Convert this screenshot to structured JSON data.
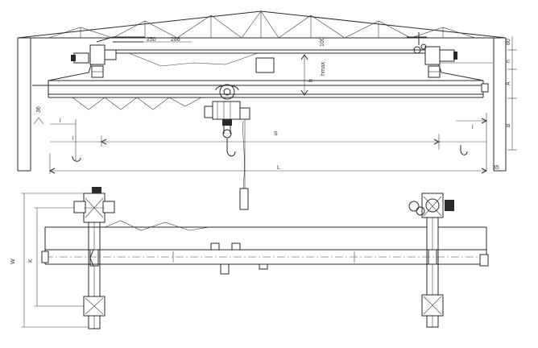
{
  "dimensions": {
    "d250": "250",
    "d286": "286",
    "h100": "100",
    "d80": "80",
    "d36": "36",
    "s": "S",
    "l": "L",
    "l1_left": "l",
    "l1_right": "l",
    "l2": "l",
    "hmax": "hmax",
    "h1": "h",
    "h2": "h",
    "a": "A",
    "b": "B",
    "k": "K",
    "w": "W",
    "d35": "35"
  }
}
